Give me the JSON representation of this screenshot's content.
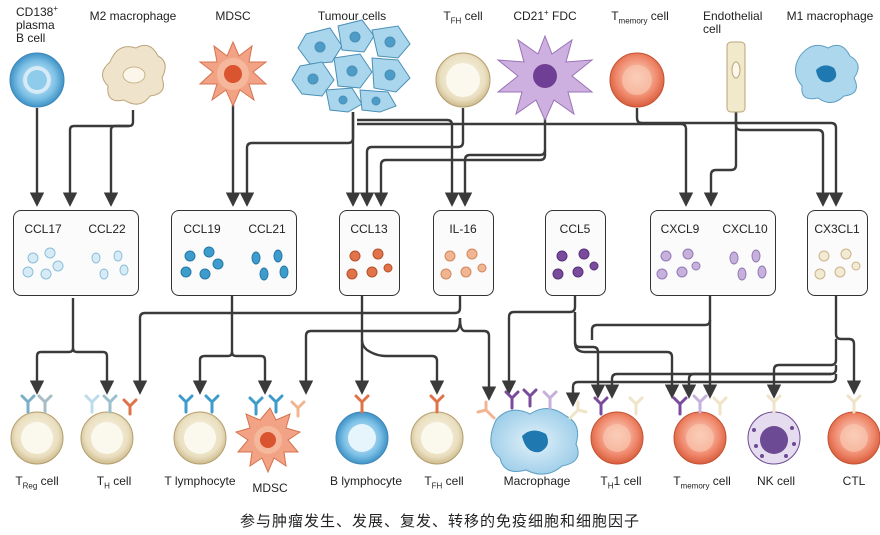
{
  "caption": "参与肿瘤发生、发展、复发、转移的免疫细胞和细胞因子",
  "source_cells": {
    "plasma_b_cell": {
      "pre": "CD138",
      "sup": "+",
      "line2": "plasma",
      "line3": "B cell"
    },
    "m2_macrophage": "M2 macrophage",
    "mdsc": "MDSC",
    "tumour_cells": "Tumour cells",
    "tfh_cell": {
      "main": "T",
      "sub": "FH",
      "post": " cell"
    },
    "fdc": {
      "pre": "CD21",
      "sup": "+",
      "post": " FDC"
    },
    "tmemory_cell": {
      "main": "T",
      "sub": "memory",
      "post": " cell"
    },
    "endothelial_cell": {
      "line1": "Endothelial",
      "line2": "cell"
    },
    "m1_macrophage": "M1 macrophage"
  },
  "cytokines": {
    "ccl17": "CCL17",
    "ccl22": "CCL22",
    "ccl19": "CCL19",
    "ccl21": "CCL21",
    "ccl13": "CCL13",
    "il16": "IL-16",
    "ccl5": "CCL5",
    "cxcl9": "CXCL9",
    "cxcl10": "CXCL10",
    "cx3cl1": "CX3CL1"
  },
  "target_cells": {
    "treg_cell": {
      "main": "T",
      "sub": "Reg",
      "post": " cell"
    },
    "th_cell": {
      "main": "T",
      "sub": "H",
      "post": " cell"
    },
    "t_lymphocyte": "T lymphocyte",
    "mdsc": "MDSC",
    "b_lymphocyte": "B lymphocyte",
    "tfh_cell": {
      "main": "T",
      "sub": "FH",
      "post": " cell"
    },
    "macrophage": "Macrophage",
    "th1_cell": {
      "main": "T",
      "sub": "H",
      "post": "1 cell"
    },
    "tmemory_cell": {
      "main": "T",
      "sub": "memory",
      "post": " cell"
    },
    "nk_cell": "NK cell",
    "ctl": "CTL"
  },
  "colors": {
    "line": "#3a3a3a",
    "b_cell": "#5fb0de",
    "m2_macrophage": "#ece0c6",
    "mdsc": "#ef8a68",
    "tumour": "#a7d4ea",
    "tfh": "#e8dcbc",
    "fdc": "#c3a5d6",
    "tmemory": "#ec7a5c",
    "endothelial": "#efe6c9",
    "m1_macrophage": "#a7d4ea",
    "ccl17_22": "#bcdcec",
    "ccl19_21": "#3d9ccc",
    "ccl13": "#e0734a",
    "il16": "#f2b592",
    "ccl5": "#7a4a9c",
    "cxcl9_10": "#c6b0dc",
    "cx3cl1": "#efe4c8",
    "nk_cell": "#6c4a94"
  }
}
